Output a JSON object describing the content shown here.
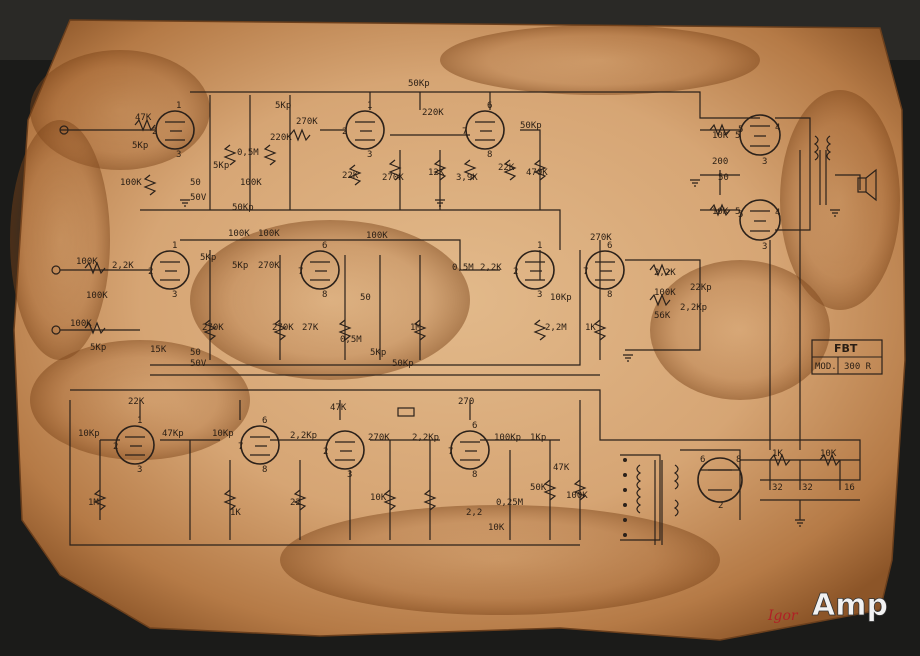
{
  "maker_box": {
    "brand": "FBT",
    "model_label": "MOD.",
    "model_number": "300 R"
  },
  "watermark": {
    "prefix": "Igor",
    "suffix": "Amp"
  },
  "component_labels": {
    "r_47k_in": "47K",
    "c_5kp_in": "5Kp",
    "r_100k_a": "100K",
    "c_50_a": "50",
    "c_50v_a": "50V",
    "c_5kp_b": "5Kp",
    "r_0_5m_a": "0,5M",
    "r_100k_b": "100K",
    "c_50kp_a": "50Kp",
    "r_220k_a": "220K",
    "c_5kp_c": "5Kp",
    "r_270k_a": "270K",
    "r_22k_a": "22K",
    "r_270k_b": "270K",
    "c_50kp_b": "50Kp",
    "r_220k_b": "220K",
    "r_12k_a": "12K",
    "r_3_9k_a": "3,9K",
    "r_22k_b": "22K",
    "c_50kp_c": "50Kp",
    "r_470k_a": "470K",
    "r_10k_out1": "10K",
    "r_5_a": "5",
    "r_200": "200",
    "c_50_b": "50",
    "r_10k_out2": "10K",
    "r_5_b": "5",
    "r_100k_mix1": "100K",
    "r_2_2k_a": "2,2K",
    "r_100k_mix2": "100K",
    "c_5kp_d": "5Kp",
    "r_100k_c": "100K",
    "r_100k_d": "100K",
    "c_5kp_e": "5Kp",
    "r_270k_c": "270K",
    "c_5kp_f": "5Kp",
    "r_100k_e": "100K",
    "r_100k_f": "100K",
    "r_270k_d": "270K",
    "r_270k_e": "270K",
    "r_27k": "27K",
    "c_50_c": "50",
    "c_50v_b": "50V",
    "r_15k_a": "15K",
    "r_0_5m_b": "0,5M",
    "c_50_d": "50",
    "c_5kp_g": "5Kp",
    "c_50kp_d": "50Kp",
    "r_2_2k_b": "2,2K",
    "r_0_5m_c": "0,5M",
    "r_1m_a": "1M",
    "c_10kp_a": "10Kp",
    "r_2_2m": "2,2M",
    "r_1k_a": "1K",
    "r_270k_f": "270K",
    "r_2_2k_c": "2,2K",
    "r_100k_g": "100K",
    "r_56k": "56K",
    "c_2_2kp_a": "2,2Kp",
    "c_22kp_a": "22Kp",
    "c_10kp_b": "10Kp",
    "r_22k_c": "22K",
    "c_47kp": "47Kp",
    "c_10kp_c": "10Kp",
    "c_2_2kp_b": "2,2Kp",
    "r_47k_b": "47K",
    "c_270kp": "270K",
    "c_2_2kp_c": "2,2Kp",
    "r_270_a": "270",
    "c_100kp": "100Kp",
    "c_1kp": "1Kp",
    "r_47k_c": "47K",
    "r_50k": "50K",
    "r_100k_h": "100K",
    "r_1m_b": "1M",
    "r_22_b": "22",
    "c_2_2_a": "2,2",
    "r_10k_a": "10K",
    "r_1k_b": "1K",
    "r_10k_b": "10K",
    "c_32_a": "32",
    "c_32_b": "32",
    "c_16": "16",
    "r_1k_c": "1K",
    "r_0_25m": "0,25M"
  },
  "tube_pins": {
    "v1": [
      "1",
      "2",
      "3"
    ],
    "v2": [
      "1",
      "2",
      "3"
    ],
    "v3": [
      "6",
      "7",
      "8"
    ],
    "v4": [
      "1",
      "2",
      "3"
    ],
    "v5": [
      "6",
      "7",
      "8"
    ],
    "v6": [
      "1",
      "2",
      "3"
    ],
    "v7": [
      "6",
      "7",
      "8"
    ],
    "v8": [
      "1",
      "2",
      "3"
    ],
    "v9": [
      "6",
      "7",
      "8"
    ],
    "v10": [
      "2",
      "3"
    ],
    "v11": [
      "6",
      "7",
      "8"
    ],
    "v12": [
      "5",
      "4",
      "3"
    ],
    "v13": [
      "5",
      "4",
      "3"
    ],
    "rect": [
      "6",
      "8",
      "2"
    ]
  },
  "colors": {
    "paper": "#d6a574",
    "stain": "#9a5a2a",
    "ink": "#2b211a",
    "background": "#1b1b19",
    "watermark_red": "#b02025"
  }
}
